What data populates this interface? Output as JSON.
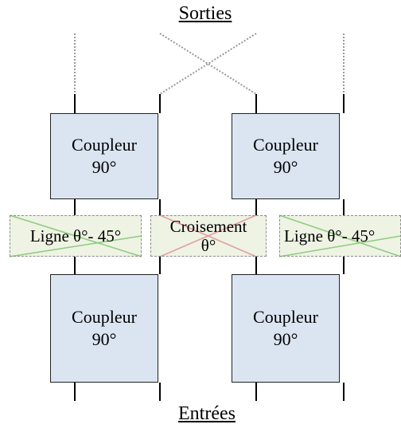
{
  "labels": {
    "top": "Sorties",
    "bottom": "Entrées"
  },
  "couplers": {
    "top_left": {
      "line1": "Coupleur",
      "line2": "90°"
    },
    "top_right": {
      "line1": "Coupleur",
      "line2": "90°"
    },
    "bottom_left": {
      "line1": "Coupleur",
      "line2": "90°"
    },
    "bottom_right": {
      "line1": "Coupleur",
      "line2": "90°"
    }
  },
  "middle": {
    "left_line": "Ligne θ°- 45°",
    "crossover": {
      "line1": "Croisement",
      "line2": "θ°"
    },
    "right_line": "Ligne θ°- 45°"
  },
  "colors": {
    "coupler_fill": "#dbe5f2",
    "middle_fill": "#eef3e4",
    "green_diagonal": "#8ecb7d",
    "red_cross": "#e2a0a0"
  }
}
